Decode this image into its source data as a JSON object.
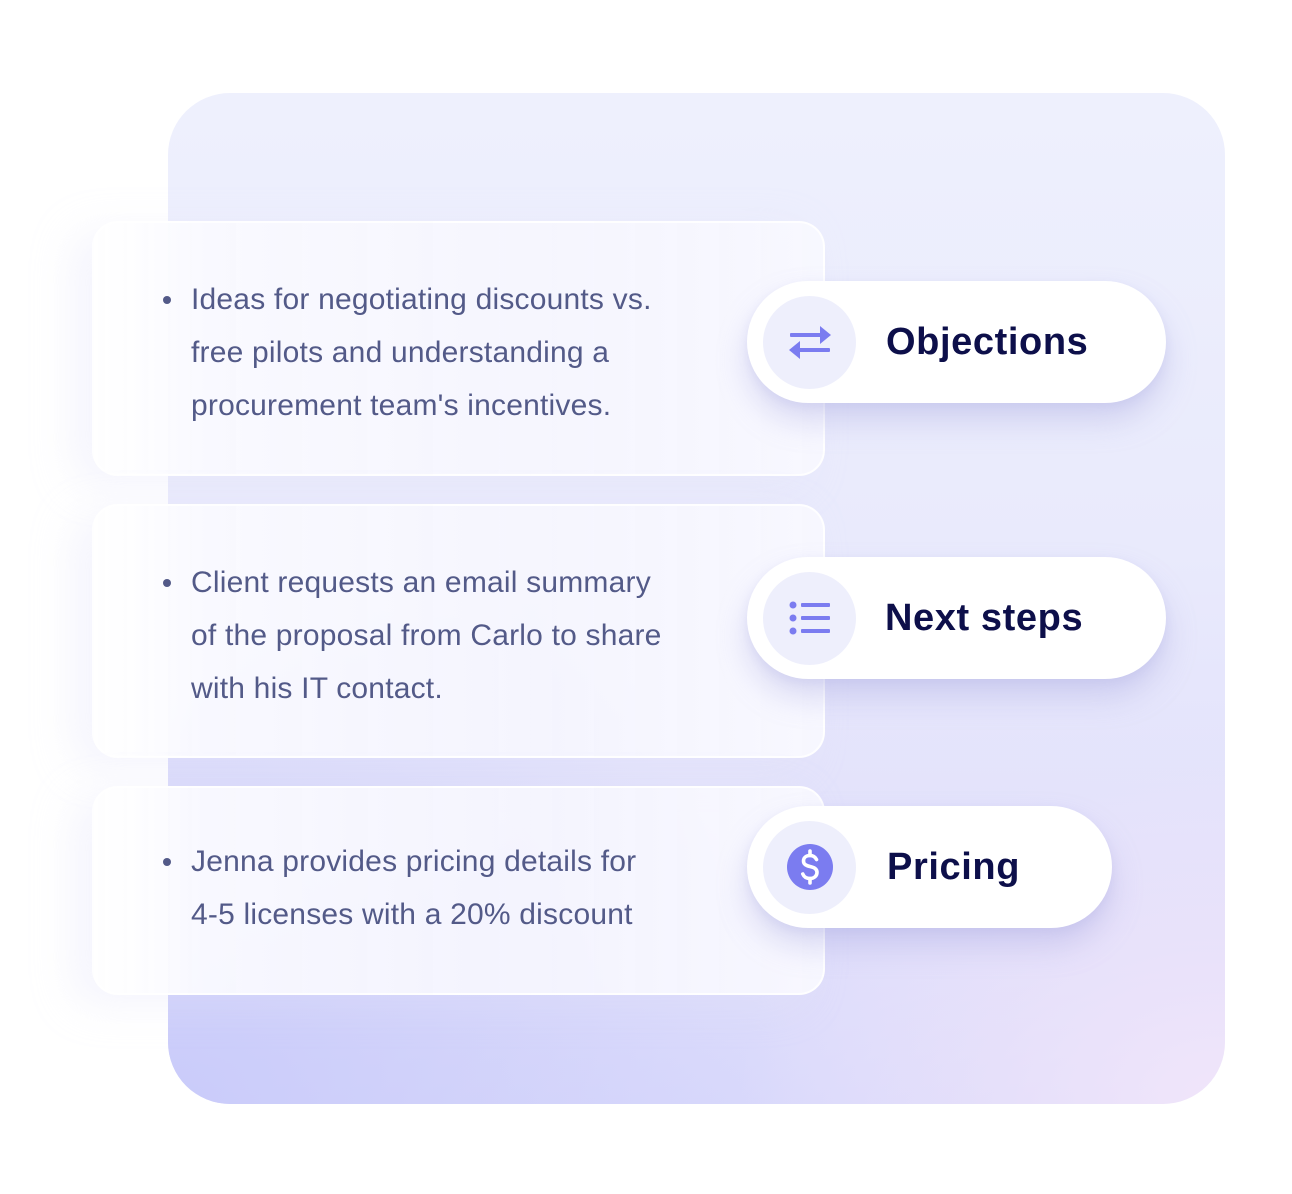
{
  "colors": {
    "accent": "#7b7cf0",
    "heading": "#0d0f4a",
    "body_text": "#535a88",
    "icon_bg": "#eeeffc"
  },
  "sections": [
    {
      "id": "objections",
      "label": "Objections",
      "icon": "swap-arrows-icon",
      "bullets": [
        "Ideas for negotiating discounts vs. free pilots and understanding a procurement team's incentives."
      ],
      "lines": [
        "Ideas for negotiating discounts vs.",
        "free pilots and understanding a",
        "procurement team's incentives."
      ]
    },
    {
      "id": "next-steps",
      "label": "Next steps",
      "icon": "list-icon",
      "bullets": [
        "Client requests an email summary of the proposal from Carlo to share with his IT contact."
      ],
      "lines": [
        "Client requests an email summary",
        "of the proposal from Carlo to share",
        "with his IT contact."
      ]
    },
    {
      "id": "pricing",
      "label": "Pricing",
      "icon": "dollar-icon",
      "bullets": [
        "Jenna provides pricing details for 4-5 licenses with a 20% discount"
      ],
      "lines": [
        "Jenna provides pricing details for",
        "4-5 licenses with a 20% discount"
      ]
    }
  ]
}
